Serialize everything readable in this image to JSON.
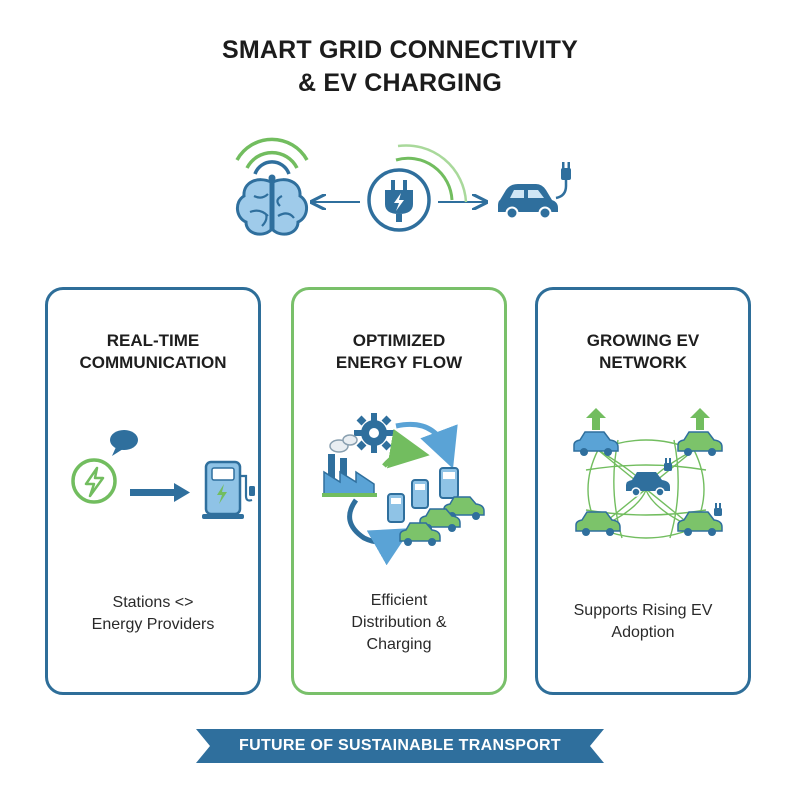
{
  "title": {
    "line1": "SMART GRID CONNECTIVITY",
    "line2": "& EV CHARGING"
  },
  "hero": {
    "icons": [
      "brain-wifi-icon",
      "plug-lightning-icon",
      "ev-car-plug-icon"
    ],
    "colors": {
      "blue": "#2f6f9d",
      "light_blue": "#5aa3d6",
      "green": "#72bd5f"
    }
  },
  "cards": [
    {
      "title_lines": [
        "REAL-TIME",
        "COMMUNICATION"
      ],
      "text_lines": [
        "Stations <>",
        "Energy Providers"
      ],
      "icons": [
        "lightning-circle-icon",
        "chat-bubble-icon",
        "arrow-right-icon",
        "charging-station-icon"
      ],
      "border": "#2e6e99"
    },
    {
      "title_lines": [
        "OPTIMIZED",
        "ENERGY FLOW"
      ],
      "text_lines": [
        "Efficient",
        "Distribution &",
        "Charging"
      ],
      "icons": [
        "gear-icon",
        "factory-icon",
        "cycle-arrows-icon",
        "charging-station-icon",
        "car-icon"
      ],
      "border": "#79c06a"
    },
    {
      "title_lines": [
        "GROWING EV",
        "NETWORK"
      ],
      "text_lines": [
        "Supports Rising EV",
        "Adoption"
      ],
      "icons": [
        "car-icon",
        "up-arrow-icon",
        "network-lines-icon",
        "plug-icon"
      ],
      "border": "#2e6e99"
    }
  ],
  "footer": {
    "banner_text": "FUTURE OF SUSTAINABLE TRANSPORT",
    "banner_color": "#2f6f9d"
  }
}
